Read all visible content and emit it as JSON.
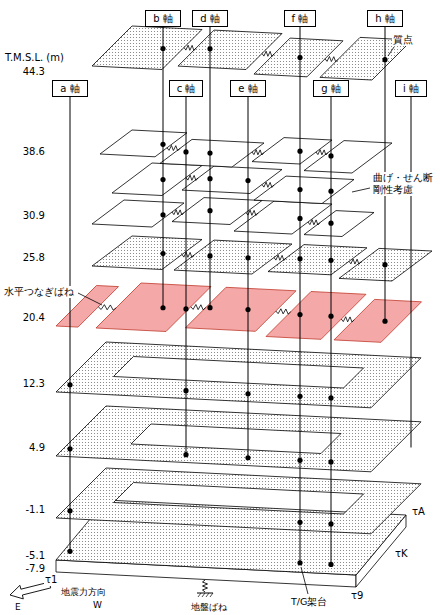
{
  "diagram": {
    "nodes": [
      {
        "text": [
          "b 軸"
        ]
      },
      {
        "text": [
          "d 軸"
        ]
      },
      {
        "text": [
          "f 軸"
        ]
      },
      {
        "text": [
          "h 軸"
        ]
      },
      {
        "text": [
          "a 軸"
        ]
      },
      {
        "text": [
          "c 軸"
        ]
      },
      {
        "text": [
          "e 軸"
        ]
      },
      {
        "text": [
          "g 軸"
        ]
      },
      {
        "text": [
          "i 軸"
        ]
      }
    ],
    "labels": [
      "質点",
      "T.M.S.L. (m)",
      "44.3",
      "38.6",
      "30.9",
      "25.8",
      "20.4",
      "12.3",
      "4.9",
      "-1.1",
      "-5.1",
      "-7.9",
      "曲げ・せん断 剛性考慮",
      "水平つなぎばね",
      "τA",
      "τK",
      "τ1",
      "τ9",
      "地震力方向",
      "W",
      "E",
      "地盤ばね",
      "T/G架台"
    ]
  }
}
